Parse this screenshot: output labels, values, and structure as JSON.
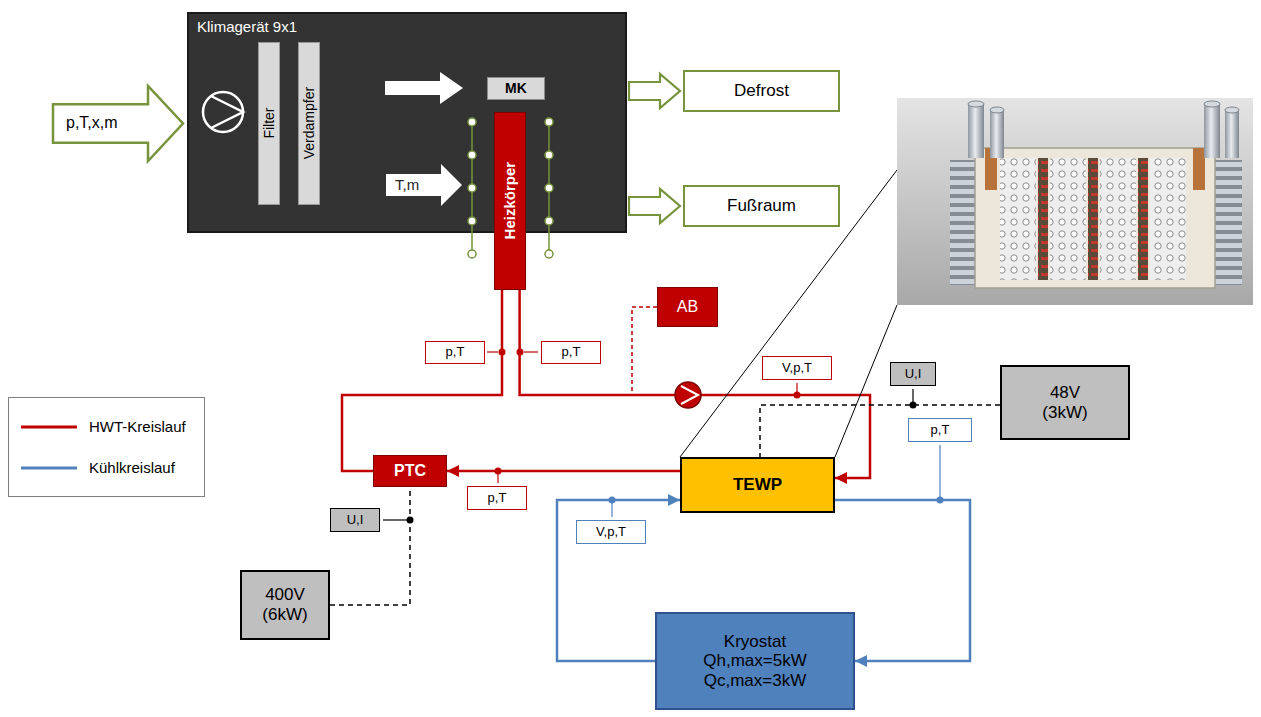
{
  "diagram": {
    "nodes": [
      {
        "text": [
          "Klimagerät 9x1"
        ]
      },
      {
        "text": [
          "Filter"
        ],
        "in": 0
      },
      {
        "text": [
          "Verdampfer"
        ],
        "in": 0
      },
      {
        "text": [
          "MK"
        ],
        "in": 0
      },
      {
        "text": [
          "Heizkörper"
        ],
        "in": 0
      },
      {
        "text": [
          "T,m"
        ],
        "in": 0
      },
      {
        "text": [
          "p,T,x,m"
        ]
      },
      {
        "text": [
          "Defrost"
        ]
      },
      {
        "text": [
          "Fußraum"
        ]
      },
      {
        "text": [
          "AB"
        ]
      },
      {
        "text": [
          "p,T"
        ]
      },
      {
        "text": [
          "p,T"
        ]
      },
      {
        "text": [
          "V,p,T"
        ]
      },
      {
        "text": [
          "U,I"
        ]
      },
      {
        "text": [
          "48V (3kW)"
        ]
      },
      {
        "text": [
          "PTC"
        ]
      },
      {
        "text": [
          "p,T"
        ]
      },
      {
        "text": [
          "TEWP"
        ]
      },
      {
        "text": [
          "p,T"
        ]
      },
      {
        "text": [
          "U,I"
        ]
      },
      {
        "text": [
          "V,p,T"
        ]
      },
      {
        "text": [
          "400V (6kW)"
        ]
      },
      {
        "text": [
          "Kryostat",
          "Qh,max=5kW",
          "Qc,max=3kW"
        ]
      }
    ],
    "edges": [
      {
        "from": 0,
        "to": 7,
        "arrow": "to"
      },
      {
        "from": 0,
        "to": 8,
        "arrow": "to"
      },
      {
        "from": 4,
        "to": 17,
        "arrow": "to"
      },
      {
        "from": 17,
        "to": 15,
        "arrow": "to"
      },
      {
        "from": 15,
        "to": 4,
        "arrow": "none"
      },
      {
        "from": 17,
        "to": 22,
        "arrow": "to"
      },
      {
        "from": 22,
        "to": 17,
        "arrow": "to"
      },
      {
        "from": 21,
        "to": 15,
        "arrow": "none"
      },
      {
        "from": 14,
        "to": 17,
        "arrow": "none"
      }
    ],
    "legend": [
      {
        "text": "HWT-Kreislauf"
      },
      {
        "text": "Kühlkreislauf"
      }
    ]
  }
}
